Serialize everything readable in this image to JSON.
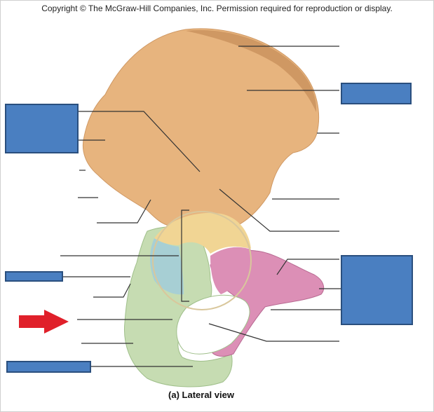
{
  "copyright": "Copyright © The McGraw-Hill Companies, Inc. Permission required for reproduction or display.",
  "caption": "(a) Lateral view",
  "colors": {
    "ilium": "#e7b47e",
    "ilium_shade": "#cf9863",
    "acetabulum_top": "#f1d594",
    "acetabulum_blue": "#a7cfd4",
    "ischium": "#c6dcb2",
    "pubis": "#dc8fb6",
    "label_box": "#4a7fc1",
    "arrow": "#e0202a",
    "leader_line": "#333333"
  },
  "label_boxes": [
    {
      "id": "top-right",
      "text": ""
    },
    {
      "id": "upper-left",
      "text": ""
    },
    {
      "id": "mid-left",
      "text": ""
    },
    {
      "id": "right-large",
      "text": ""
    },
    {
      "id": "bottom-left",
      "text": ""
    }
  ],
  "pointer": {
    "icon": "red-arrow-icon",
    "direction": "right"
  }
}
